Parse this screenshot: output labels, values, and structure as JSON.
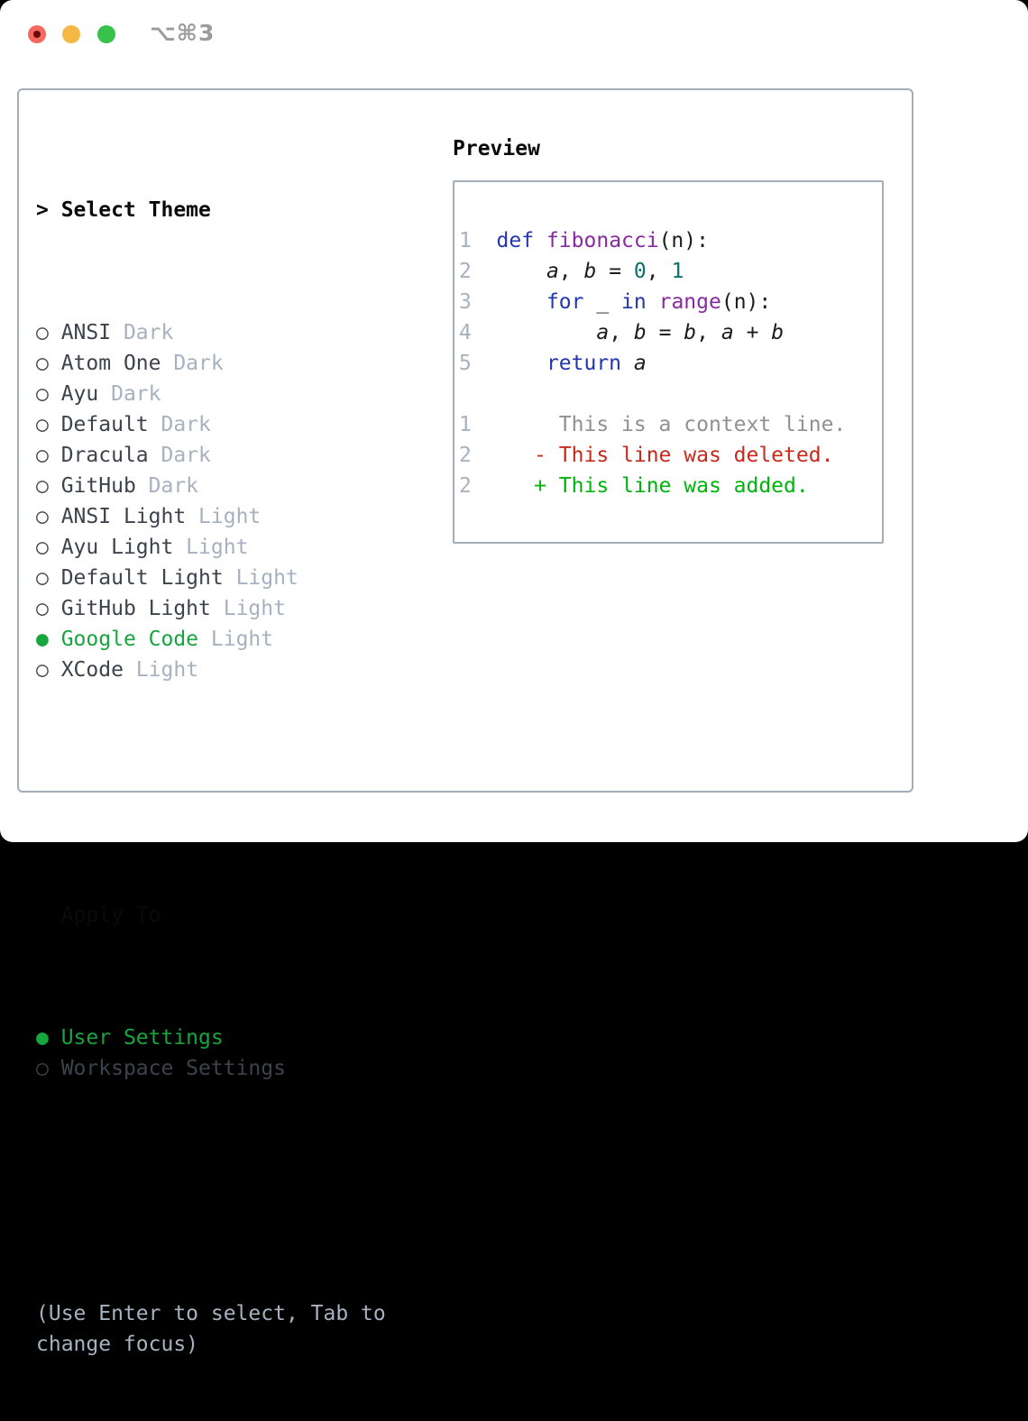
{
  "window": {
    "title": "⌥⌘3",
    "traffic_lights": [
      {
        "name": "close",
        "color": "#f4685e",
        "dot": "#6b0c0c"
      },
      {
        "name": "minimize",
        "color": "#f6b844",
        "dot": null
      },
      {
        "name": "zoom",
        "color": "#38c14b",
        "dot": null
      }
    ]
  },
  "colors": {
    "selected_green": "#17a53e",
    "item_text": "#3d434c",
    "muted": "#a7b1bf",
    "panel_border": "#a3aeb9",
    "header_text": "#0a0a0a",
    "titlebar_text": "#9b9b9b"
  },
  "theme_panel": {
    "header_pointer": "> ",
    "header_label": "Select Theme",
    "markers": {
      "selected": "● ",
      "unselected": "○ "
    },
    "items": [
      {
        "name": "ANSI",
        "variant": "Dark",
        "selected": false
      },
      {
        "name": "Atom One",
        "variant": "Dark",
        "selected": false
      },
      {
        "name": "Ayu",
        "variant": "Dark",
        "selected": false
      },
      {
        "name": "Default",
        "variant": "Dark",
        "selected": false
      },
      {
        "name": "Dracula",
        "variant": "Dark",
        "selected": false
      },
      {
        "name": "GitHub",
        "variant": "Dark",
        "selected": false
      },
      {
        "name": "ANSI Light",
        "variant": "Light",
        "selected": false
      },
      {
        "name": "Ayu Light",
        "variant": "Light",
        "selected": false
      },
      {
        "name": "Default Light",
        "variant": "Light",
        "selected": false
      },
      {
        "name": "GitHub Light",
        "variant": "Light",
        "selected": false
      },
      {
        "name": "Google Code",
        "variant": "Light",
        "selected": true
      },
      {
        "name": "XCode",
        "variant": "Light",
        "selected": false
      }
    ],
    "apply_to_label": "Apply To",
    "apply_options": [
      {
        "label": "User Settings",
        "selected": true
      },
      {
        "label": "Workspace Settings",
        "selected": false
      }
    ],
    "hint": "(Use Enter to select, Tab to change focus)"
  },
  "preview": {
    "label": "Preview",
    "token_colors": {
      "ln": "#a7b1bf",
      "kw": "#2236ad",
      "fn": "#882b9e",
      "num": "#0e6f6f",
      "pl": "#1c1c1c",
      "var": "#1c1c1c",
      "ctx": "#909090",
      "del": "#c9291a",
      "add": "#00b40b"
    },
    "lines": [
      [
        [
          "ln",
          "1  "
        ],
        [
          "kw",
          "def"
        ],
        [
          "pl",
          " "
        ],
        [
          "fn",
          "fibonacci"
        ],
        [
          "pl",
          "(n):"
        ]
      ],
      [
        [
          "ln",
          "2  "
        ],
        [
          "pl",
          "    "
        ],
        [
          "var",
          "a"
        ],
        [
          "pl",
          ", "
        ],
        [
          "var",
          "b"
        ],
        [
          "pl",
          " = "
        ],
        [
          "num",
          "0"
        ],
        [
          "pl",
          ", "
        ],
        [
          "num",
          "1"
        ]
      ],
      [
        [
          "ln",
          "3  "
        ],
        [
          "pl",
          "    "
        ],
        [
          "kw",
          "for"
        ],
        [
          "pl",
          " _ "
        ],
        [
          "kw",
          "in"
        ],
        [
          "pl",
          " "
        ],
        [
          "fn",
          "range"
        ],
        [
          "pl",
          "(n):"
        ]
      ],
      [
        [
          "ln",
          "4  "
        ],
        [
          "pl",
          "        "
        ],
        [
          "var",
          "a"
        ],
        [
          "pl",
          ", "
        ],
        [
          "var",
          "b"
        ],
        [
          "pl",
          " = "
        ],
        [
          "var",
          "b"
        ],
        [
          "pl",
          ", "
        ],
        [
          "var",
          "a"
        ],
        [
          "pl",
          " + "
        ],
        [
          "var",
          "b"
        ]
      ],
      [
        [
          "ln",
          "5  "
        ],
        [
          "pl",
          "    "
        ],
        [
          "kw",
          "return"
        ],
        [
          "pl",
          " "
        ],
        [
          "var",
          "a"
        ]
      ],
      [],
      [
        [
          "ln",
          "1  "
        ],
        [
          "ctx",
          "     This is a context line."
        ]
      ],
      [
        [
          "ln",
          "2  "
        ],
        [
          "del",
          "   - This line was deleted."
        ]
      ],
      [
        [
          "ln",
          "2  "
        ],
        [
          "add",
          "   + This line was added."
        ]
      ]
    ]
  }
}
